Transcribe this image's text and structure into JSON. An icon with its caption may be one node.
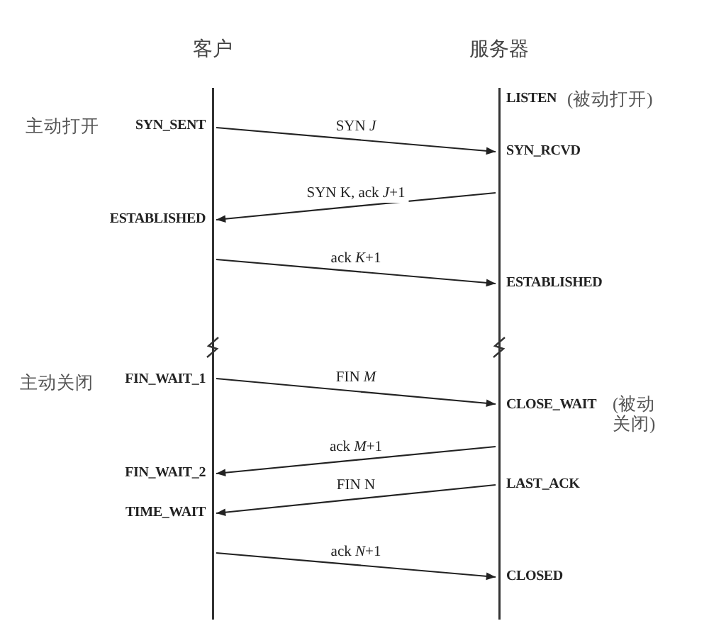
{
  "diagram": {
    "nodes": [
      {
        "text": [
          "客户"
        ]
      },
      {
        "text": [
          "服务器"
        ]
      }
    ],
    "edges": [
      {
        "from": 0,
        "to": 1,
        "arrow": "to",
        "label": "SYN *J*"
      },
      {
        "from": 1,
        "to": 0,
        "arrow": "to",
        "label": "SYN K, ack *J*+1"
      },
      {
        "from": 0,
        "to": 1,
        "arrow": "to",
        "label": "ack *K*+1"
      },
      {
        "from": 0,
        "to": 1,
        "arrow": "to",
        "label": "FIN *M*"
      },
      {
        "from": 1,
        "to": 0,
        "arrow": "to",
        "label": "ack *M*+1"
      },
      {
        "from": 1,
        "to": 0,
        "arrow": "to",
        "label": "FIN N"
      },
      {
        "from": 0,
        "to": 1,
        "arrow": "to",
        "label": "ack *N*+1"
      }
    ],
    "labels": [
      "LISTEN",
      "(被动打开)",
      "主动打开",
      "SYN_SENT",
      "SYN_RCVD",
      "ESTABLISHED",
      "ESTABLISHED",
      "主动关闭",
      "FIN_WAIT_1",
      "CLOSE_WAIT",
      "(被动关闭)",
      "FIN_WAIT_2",
      "LAST_ACK",
      "TIME_WAIT",
      "CLOSED"
    ]
  }
}
